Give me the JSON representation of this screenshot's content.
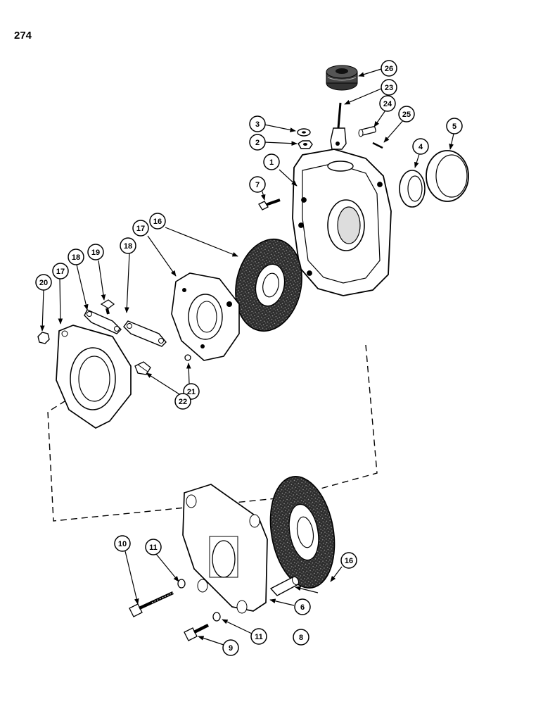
{
  "page_number": "274",
  "callouts": [
    {
      "id": "c1",
      "label": "1"
    },
    {
      "id": "c2",
      "label": "2"
    },
    {
      "id": "c3",
      "label": "3"
    },
    {
      "id": "c4",
      "label": "4"
    },
    {
      "id": "c5",
      "label": "5"
    },
    {
      "id": "c6",
      "label": "6"
    },
    {
      "id": "c7",
      "label": "7"
    },
    {
      "id": "c8",
      "label": "8"
    },
    {
      "id": "c9",
      "label": "9"
    },
    {
      "id": "c10",
      "label": "10"
    },
    {
      "id": "c11a",
      "label": "11"
    },
    {
      "id": "c11b",
      "label": "11"
    },
    {
      "id": "c16a",
      "label": "16"
    },
    {
      "id": "c16b",
      "label": "16"
    },
    {
      "id": "c17a",
      "label": "17"
    },
    {
      "id": "c17b",
      "label": "17"
    },
    {
      "id": "c18a",
      "label": "18"
    },
    {
      "id": "c18b",
      "label": "18"
    },
    {
      "id": "c19",
      "label": "19"
    },
    {
      "id": "c20",
      "label": "20"
    },
    {
      "id": "c21",
      "label": "21"
    },
    {
      "id": "c22",
      "label": "22"
    },
    {
      "id": "c23",
      "label": "23"
    },
    {
      "id": "c24",
      "label": "24"
    },
    {
      "id": "c25",
      "label": "25"
    },
    {
      "id": "c26",
      "label": "26"
    }
  ],
  "colors": {
    "ink": "#000000",
    "paper": "#ffffff",
    "lining": "#3a3a3a"
  }
}
